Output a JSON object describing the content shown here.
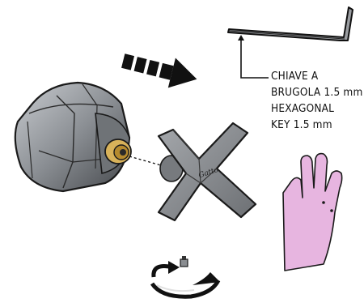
{
  "callout": {
    "line1": "CHIAVE A",
    "line2": "BRUGOLA 1.5 mm",
    "line3": "HEXAGONAL",
    "line4": "KEY 1.5 mm"
  },
  "handle_logo": "Gatto",
  "colors": {
    "handle_gray": "#8a8d91",
    "handle_dark": "#5e6165",
    "hand_pink": "#e7b5e0",
    "arrow_dark": "#111111",
    "brass": "#c9a24a"
  },
  "icons": [
    "hex-key-icon",
    "direction-arrow-icon",
    "rotate-arrow-icon",
    "hand-icon",
    "grub-screw-icon"
  ]
}
